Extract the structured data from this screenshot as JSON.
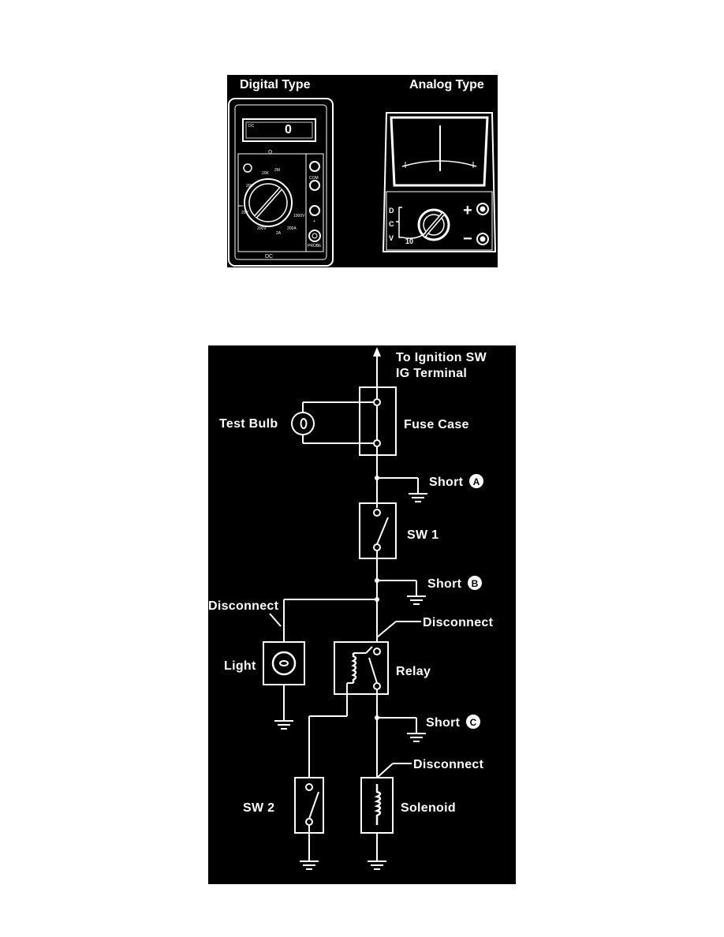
{
  "meters": {
    "digital_title": "Digital Type",
    "analog_title": "Analog Type",
    "digital": {
      "display_reading": "0",
      "mode_top": "Ω",
      "mode_bottom": "DC",
      "range_labels": [
        "200",
        "20K",
        "2M",
        "2A",
        "200A",
        "1000V",
        "200V",
        "20V"
      ],
      "port_labels": [
        "COM",
        "+",
        "PROBE"
      ]
    },
    "analog": {
      "left_labels": [
        "D",
        "C",
        "V"
      ],
      "range_label": "10",
      "plus_label": "+",
      "minus_label": "−"
    }
  },
  "circuit": {
    "top_label_line1": "To Ignition SW",
    "top_label_line2": "IG Terminal",
    "test_bulb": "Test Bulb",
    "fuse_case": "Fuse Case",
    "short_a": "Short",
    "short_a_mark": "A",
    "sw1": "SW 1",
    "short_b": "Short",
    "short_b_mark": "B",
    "disconnect_light": "Disconnect",
    "disconnect_relay": "Disconnect",
    "light": "Light",
    "relay": "Relay",
    "short_c": "Short",
    "short_c_mark": "C",
    "disconnect_solenoid": "Disconnect",
    "sw2": "SW 2",
    "solenoid": "Solenoid"
  },
  "colors": {
    "background": "#000000",
    "line": "#ffffff"
  }
}
